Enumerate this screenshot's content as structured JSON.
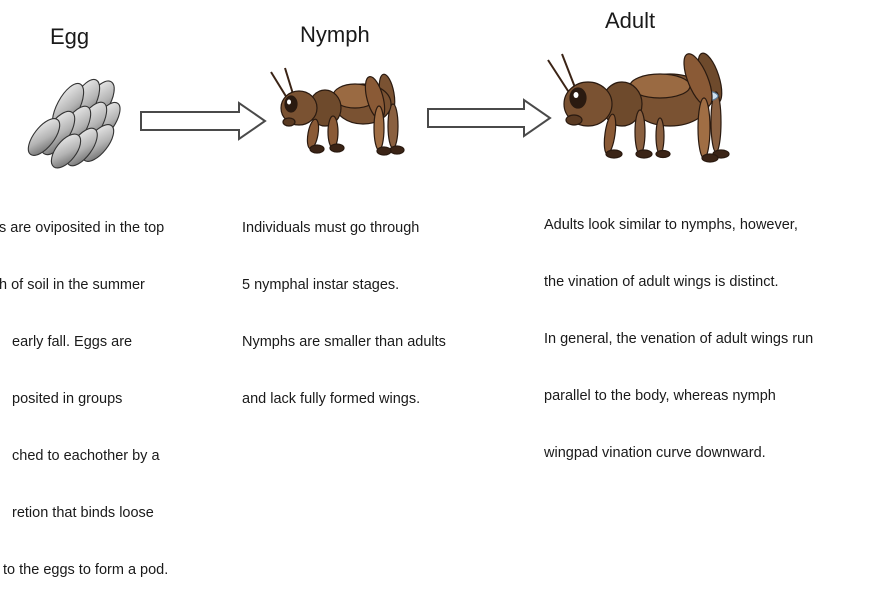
{
  "stages": [
    {
      "title": "Egg",
      "description": [
        "s are oviposited in the top",
        "h of soil in the summer",
        "early fall. Eggs are",
        "posited in groups",
        "ched to eachother by a",
        "retion that binds loose",
        " to the eggs to form a pod."
      ],
      "illustration": "egg-pod-icon"
    },
    {
      "title": "Nymph",
      "description": [
        "Individuals must go through",
        "5 nymphal instar stages.",
        "Nymphs are smaller than adults",
        "and lack fully formed wings."
      ],
      "illustration": "nymph-cricket-icon"
    },
    {
      "title": "Adult",
      "description": [
        "Adults look similar to nymphs, however,",
        "the vination of adult wings is distinct.",
        "In general, the venation of adult wings run",
        "parallel to the body, whereas nymph",
        "wingpad vination curve downward."
      ],
      "illustration": "adult-cricket-icon"
    }
  ],
  "arrows": [
    "right-arrow-icon",
    "right-arrow-icon"
  ],
  "colors": {
    "body_brown": "#7a5232",
    "body_dark": "#3b2416",
    "egg_gray": "#9a9a9a",
    "wing_blue": "#cfe3f3",
    "arrow_stroke": "#4a4a4a"
  }
}
